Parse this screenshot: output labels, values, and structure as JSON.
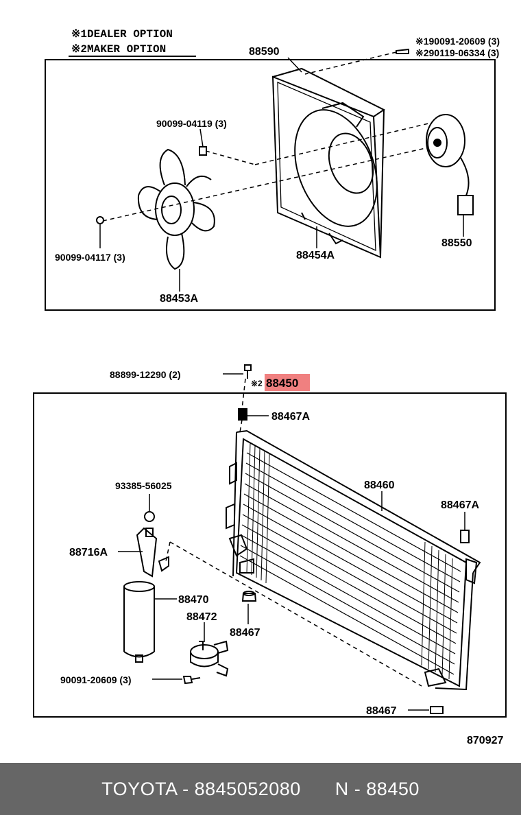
{
  "legend": {
    "line1": "※1DEALER OPTION",
    "line2": "※2MAKER OPTION"
  },
  "top_assembly": {
    "fan_shroud_part": "88590",
    "option_part_1": "※190091-20609 (3)",
    "option_part_2": "※290119-06334 (3)",
    "screw_upper": "90099-04119 (3)",
    "screw_lower": "90099-04117 (3)",
    "fan_blade": "88453A",
    "shroud": "88454A",
    "fan_motor": "88550"
  },
  "bottom_assembly": {
    "bolt": "88899-12290 (2)",
    "condenser_assy_prefix": "※2",
    "condenser_assy": "88450",
    "cushion_top": "88467A",
    "condenser": "88460",
    "cushion_right": "88467A",
    "plug": "93385-56025",
    "bracket": "88716A",
    "receiver": "88470",
    "receiver_bracket": "88472",
    "cushion_mid": "88467",
    "bolt_lower": "90091-20609 (3)",
    "cushion_bottom": "88467"
  },
  "diagram_code": "870927",
  "footer": {
    "brand_part": "TOYOTA - 8845052080",
    "ref": "N - 88450"
  },
  "colors": {
    "highlight": "#f08080",
    "footer_bg": "#666666",
    "footer_text": "#ffffff"
  }
}
